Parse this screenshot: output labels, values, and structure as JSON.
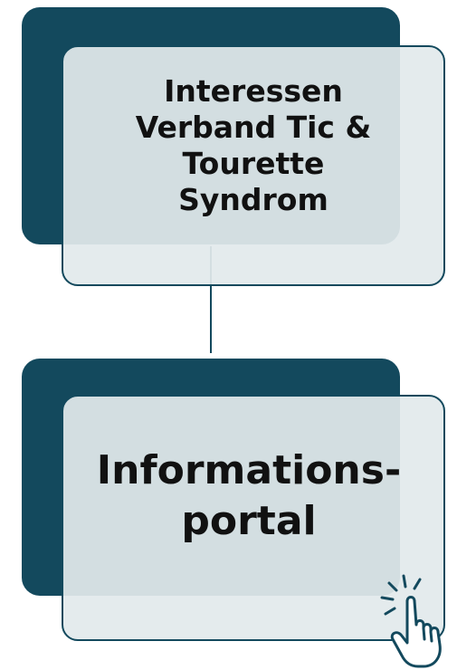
{
  "diagram": {
    "nodes": [
      {
        "id": "association",
        "lines": [
          "Interessen",
          "Verband Tic &",
          "Tourette Syndrom"
        ]
      },
      {
        "id": "portal",
        "lines": [
          "Informations-",
          "portal"
        ]
      }
    ],
    "connector": {
      "from": "association",
      "to": "portal"
    },
    "colors": {
      "dark_block": "#13495d",
      "card_fill": "#e2eaec",
      "card_border": "#13495d",
      "text": "#111111"
    },
    "icons": [
      "hand-pointer-click-icon"
    ]
  }
}
